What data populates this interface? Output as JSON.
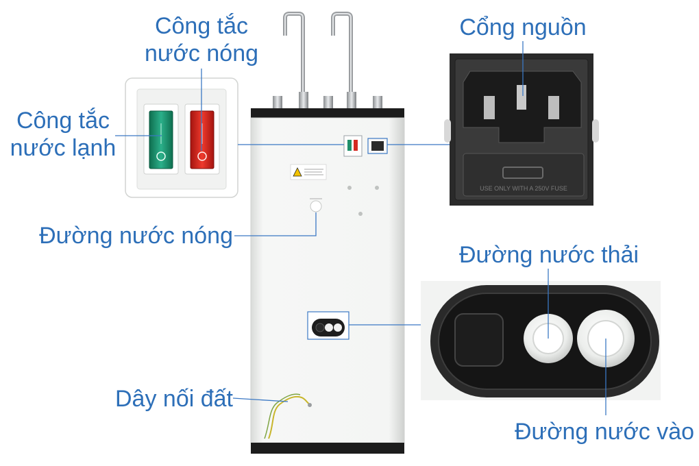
{
  "labels": {
    "hot_switch": {
      "line1": "Công tắc",
      "line2": "nước nóng"
    },
    "cold_switch": {
      "line1": "Công tắc",
      "line2": "nước lạnh"
    },
    "power_port": "Cổng nguồn",
    "hot_water_line": "Đường nước nóng",
    "waste_water_line": "Đường nước thải",
    "ground_wire": "Dây nối đất",
    "inlet_water_line": "Đường nước vào"
  },
  "fuse_text": "USE ONLY WITH A 250V FUSE",
  "colors": {
    "label_text": "#2d6fb8",
    "leader_line": "#3b78c4",
    "cold_switch": "#1f8f6a",
    "hot_switch": "#d42a22",
    "cabinet_body": "#f3f4f3",
    "cabinet_top": "#1c1c1c",
    "socket_dark": "#2a2a2a"
  }
}
